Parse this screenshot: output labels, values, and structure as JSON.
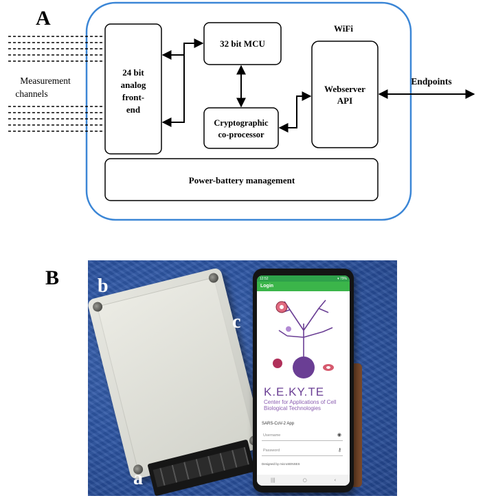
{
  "panel_a": {
    "label": "A",
    "wifi_label": "WiFi",
    "measurement_label_line1": "Measurement",
    "measurement_label_line2": "channels",
    "afe_lines": [
      "24 bit",
      "analog",
      "front-",
      "end"
    ],
    "mcu_label": "32 bit MCU",
    "crypto_line1": "Cryptographic",
    "crypto_line2": "co-processor",
    "webserver_line1": "Webserver",
    "webserver_line2": "API",
    "endpoints_label": "Endpoints",
    "power_label": "Power-battery management",
    "enclosure_color": "#3b86d6",
    "wire_color": "#000000"
  },
  "panel_b": {
    "label": "B",
    "photo_labels": {
      "device": "b",
      "phone": "c",
      "connector": "a"
    },
    "phone_app": {
      "status_time": "12:52",
      "status_right": "▾ 79%",
      "app_bar_title": "Login",
      "logo_title": "K.E.KY.TE",
      "logo_subtitle": "Center for Applications of Cell Biological Technologies",
      "app_name": "SARS-CoV-2 App",
      "username_placeholder": "Username",
      "password_placeholder": "Password",
      "designed_by": "Designed by microSENSES",
      "nav_icons": [
        "recent-apps",
        "home",
        "back"
      ]
    },
    "background_color": "#2d55a3",
    "brand_color": "#6a3e94",
    "app_green": "#3bb54a"
  }
}
